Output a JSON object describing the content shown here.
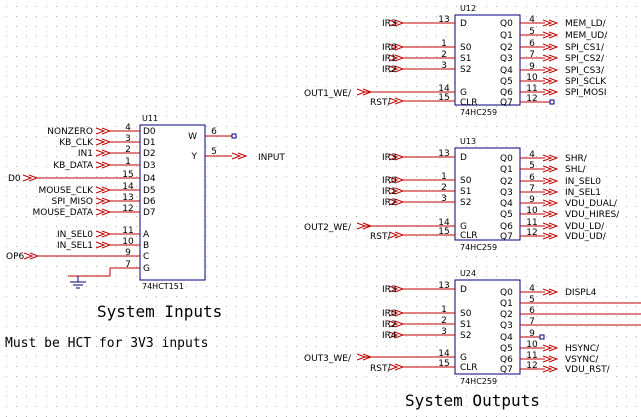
{
  "headings": {
    "inputs": "System Inputs",
    "note": "Must be HCT for 3V3 inputs",
    "outputs": "System Outputs"
  },
  "u11": {
    "ref": "U11",
    "part": "74HCT151",
    "pins": {
      "d0": "D0",
      "d1": "D1",
      "d2": "D2",
      "d3": "D3",
      "d4": "D4",
      "d5": "D5",
      "d6": "D6",
      "d7": "D7",
      "a": "A",
      "b": "B",
      "c": "C",
      "g": "G",
      "w": "W",
      "y": "Y"
    },
    "nums": {
      "d0": "4",
      "d1": "3",
      "d2": "2",
      "d3": "1",
      "d4": "15",
      "d5": "14",
      "d6": "13",
      "d7": "12",
      "a": "11",
      "b": "10",
      "c": "9",
      "g": "7",
      "w": "6",
      "y": "5"
    },
    "nets": {
      "d0": "NONZERO",
      "d1": "KB_CLK",
      "d2": "IN1",
      "d3": "KB_DATA",
      "d4": "D0",
      "d5": "MOUSE_CLK",
      "d6": "SPI_MISO",
      "d7": "MOUSE_DATA",
      "a": "IN_SEL0",
      "b": "IN_SEL1",
      "c": "OP6",
      "y": "INPUT"
    }
  },
  "latch_pins": {
    "d": "D",
    "s0": "S0",
    "s1": "S1",
    "s2": "S2",
    "g": "G",
    "clr": "CLR",
    "q0": "Q0",
    "q1": "Q1",
    "q2": "Q2",
    "q3": "Q3",
    "q4": "Q4",
    "q5": "Q5",
    "q6": "Q6",
    "q7": "Q7"
  },
  "latch_nums": {
    "d": "13",
    "s0": "1",
    "s1": "2",
    "s2": "3",
    "g": "14",
    "clr": "15",
    "q0": "4",
    "q1": "5",
    "q2": "6",
    "q3": "7",
    "q4": "9",
    "q5": "10",
    "q6": "11",
    "q7": "12"
  },
  "u12": {
    "ref": "U12",
    "part": "74HC259",
    "nets": {
      "d": "IR3",
      "s0": "IR0",
      "s1": "IR1",
      "s2": "IR2",
      "g": "OUT1_WE/",
      "clr": "RST/",
      "q0": "MEM_LD/",
      "q1": "MEM_UD/",
      "q2": "SPI_CS1/",
      "q3": "SPI_CS2/",
      "q4": "SPI_CS3/",
      "q5": "SPI_SCLK",
      "q6": "SPI_MOSI"
    }
  },
  "u13": {
    "ref": "U13",
    "part": "74HC259",
    "nets": {
      "d": "IR3",
      "s0": "IR0",
      "s1": "IR1",
      "s2": "IR2",
      "g": "OUT2_WE/",
      "clr": "RST/",
      "q0": "SHR/",
      "q1": "SHL/",
      "q2": "IN_SEL0",
      "q3": "IN_SEL1",
      "q4": "VDU_DUAL/",
      "q5": "VDU_HIRES/",
      "q6": "VDU_LD/",
      "q7": "VDU_UD/"
    }
  },
  "u24": {
    "ref": "U24",
    "part": "74HC259",
    "nets": {
      "d": "IR3",
      "s0": "IR0",
      "s1": "IR2",
      "s2": "IR4",
      "g": "OUT3_WE/",
      "clr": "RST/",
      "q0": "DISPL4",
      "q5": "HSYNC/",
      "q6": "VSYNC/",
      "q7": "VDU_RST/"
    }
  }
}
